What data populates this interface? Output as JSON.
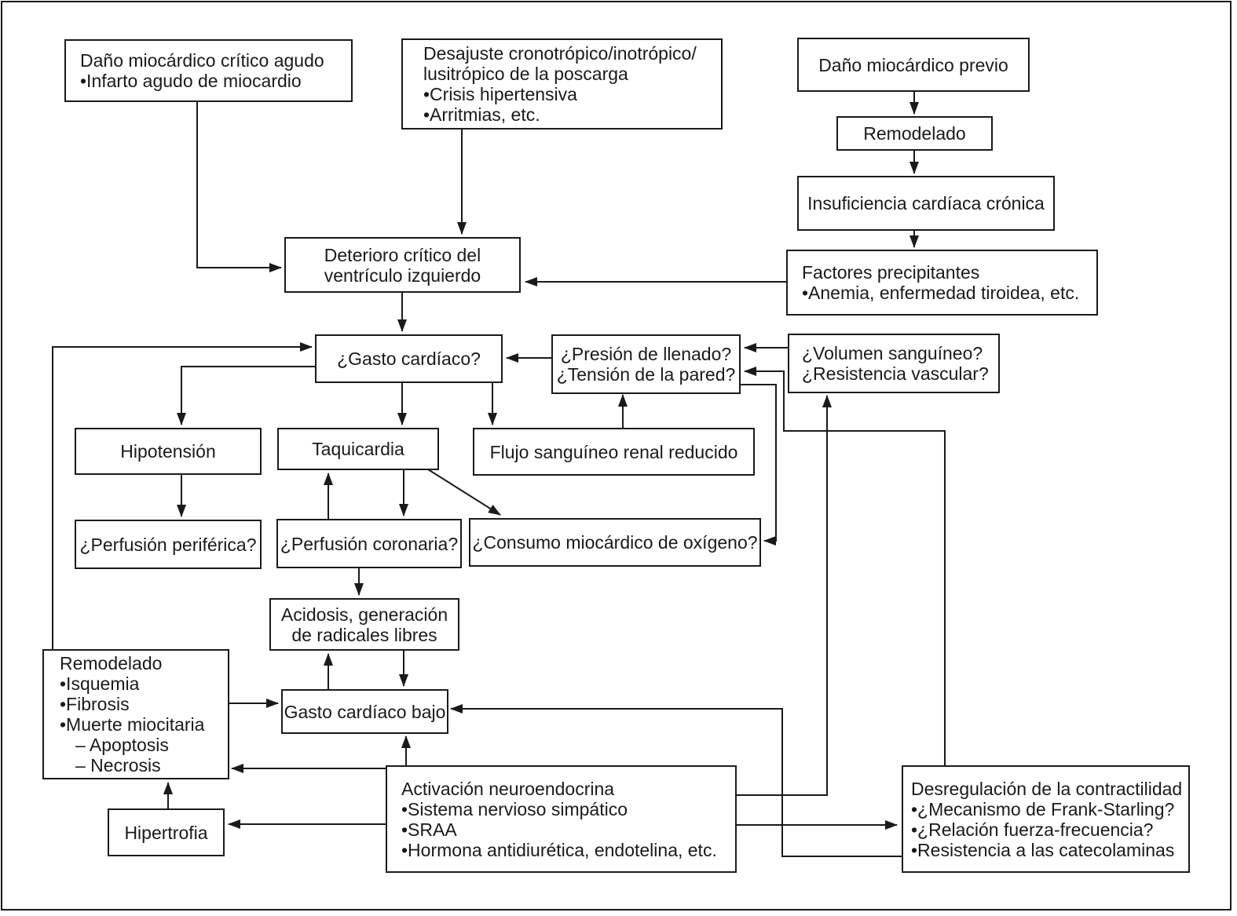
{
  "colors": {
    "ink": "#1a1a1a",
    "background": "#ffffff"
  },
  "boxes": {
    "dano_agudo": [
      "Daño miocárdico crítico agudo",
      "•Infarto agudo de miocardio"
    ],
    "desajuste": [
      "Desajuste cronotrópico/inotrópico/",
      "lusitrópico de la poscarga",
      "•Crisis hipertensiva",
      "•Arritmias, etc."
    ],
    "dano_previo": [
      "Daño miocárdico previo"
    ],
    "remodelado_top": [
      "Remodelado"
    ],
    "icc": [
      "Insuficiencia cardíaca crónica"
    ],
    "factores": [
      "Factores precipitantes",
      "•Anemia, enfermedad tiroidea, etc."
    ],
    "deterioro": [
      "Deterioro crítico del",
      "ventrículo izquierdo"
    ],
    "gasto": [
      "¿Gasto cardíaco?"
    ],
    "presion": [
      "¿Presión de llenado?",
      "¿Tensión de la pared?"
    ],
    "volumen": [
      "¿Volumen sanguíneo?",
      "¿Resistencia vascular?"
    ],
    "hipotension": [
      "Hipotensión"
    ],
    "taquicardia": [
      "Taquicardia"
    ],
    "flujo": [
      "Flujo sanguíneo renal reducido"
    ],
    "perf_periferica": [
      "¿Perfusión periférica?"
    ],
    "perf_coronaria": [
      "¿Perfusión coronaria?"
    ],
    "consumo": [
      "¿Consumo miocárdico de oxígeno?"
    ],
    "acidosis": [
      "Acidosis, generación",
      "de radicales libres"
    ],
    "remodelado_left": [
      "Remodelado",
      "•Isquemia",
      "•Fibrosis",
      "•Muerte miocitaria",
      "– Apoptosis",
      "– Necrosis"
    ],
    "gasto_bajo": [
      "Gasto cardíaco bajo"
    ],
    "hipertrofia": [
      "Hipertrofia"
    ],
    "activacion": [
      "Activación neuroendocrina",
      "•Sistema nervioso simpático",
      "•SRAA",
      "•Hormona antidiurética, endotelina, etc."
    ],
    "desregulacion": [
      "Desregulación de la contractilidad",
      "•¿Mecanismo de Frank-Starling?",
      "•¿Relación fuerza-frecuencia?",
      "•Resistencia a las catecolaminas"
    ]
  }
}
